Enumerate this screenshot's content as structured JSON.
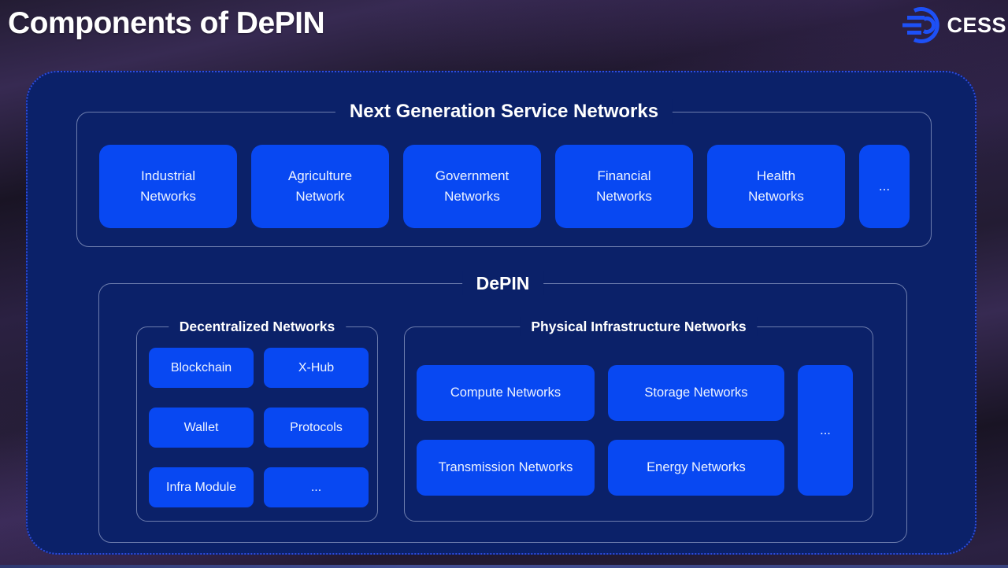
{
  "header": {
    "title": "Components of DePIN",
    "logo_text": "CESS"
  },
  "sections": {
    "service": {
      "title": "Next Generation Service Networks",
      "items": [
        "Industrial Networks",
        "Agriculture Network",
        "Government Networks",
        "Financial Networks",
        "Health Networks",
        "..."
      ]
    },
    "depin": {
      "title": "DePIN",
      "decentralized": {
        "title": "Decentralized Networks",
        "items": [
          "Blockchain",
          "X-Hub",
          "Wallet",
          "Protocols",
          "Infra Module",
          "..."
        ]
      },
      "physical": {
        "title": "Physical Infrastructure Networks",
        "items": [
          "Compute Networks",
          "Storage Networks",
          "Transmission Networks",
          "Energy Networks",
          "..."
        ]
      }
    }
  },
  "colors": {
    "accent_blue": "#0848f2",
    "panel_navy": "#0b2169",
    "dotted_border_blue": "#2d4ce0",
    "fieldset_border": "rgba(208,217,243,0.5)",
    "logo_blue": "#1d50f6",
    "background_dark": "#1e1830"
  }
}
